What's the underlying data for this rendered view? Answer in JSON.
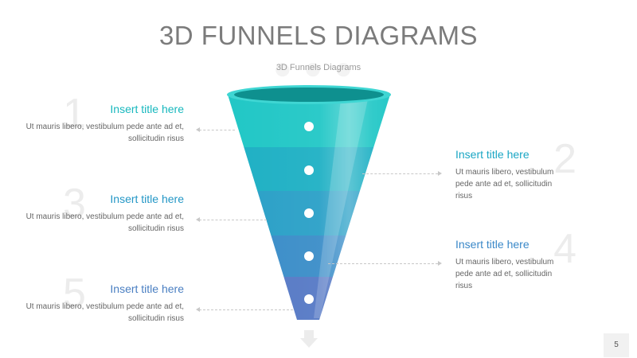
{
  "slide": {
    "title": "3D FUNNELS DIAGRAMS",
    "subtitle": "3D Funnels Diagrams",
    "page_number": "5"
  },
  "colors": {
    "teal": "#18b8be",
    "blue": "#4a7fc2",
    "stage1": "#21c7c6",
    "stage2": "#1eb0c4",
    "stage3": "#2aa0c7",
    "stage4": "#3a8dc8",
    "stage5": "#5679c5",
    "rim": "#3fd6d3",
    "rim_inner": "#0e908f"
  },
  "items": [
    {
      "number": "1",
      "title": "Insert title here",
      "body": "Ut mauris libero, vestibulum pede ante ad et, sollicitudin risus",
      "color": "#18b8be"
    },
    {
      "number": "2",
      "title": "Insert title here",
      "body": "Ut mauris libero, vestibulum pede ante ad et, sollicitudin risus",
      "color": "#1aa6c4"
    },
    {
      "number": "3",
      "title": "Insert title here",
      "body": "Ut mauris libero, vestibulum pede ante ad et, sollicitudin risus",
      "color": "#2497c6"
    },
    {
      "number": "4",
      "title": "Insert title here",
      "body": "Ut mauris libero, vestibulum pede ante ad et, sollicitudin risus",
      "color": "#3a88c8"
    },
    {
      "number": "5",
      "title": "Insert title here",
      "body": "Ut mauris libero, vestibulum pede ante ad et, sollicitudin risus",
      "color": "#4a7fc2"
    }
  ]
}
